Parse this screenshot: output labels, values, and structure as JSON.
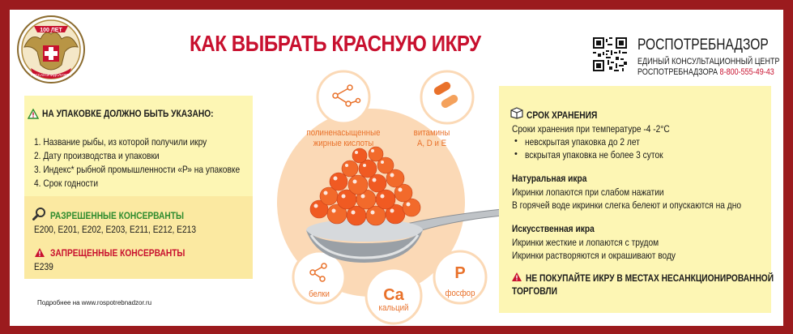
{
  "logo": {
    "anniversary": "100 ЛЕТ",
    "seal_text": "ГОССАНЭПИДСЛУЖБА"
  },
  "title": "КАК ВЫБРАТЬ КРАСНУЮ ИКРУ",
  "agency": {
    "name": "РОСПОТРЕБНАДЗОР",
    "line1": "ЕДИНЫЙ КОНСУЛЬТАЦИОННЫЙ ЦЕНТР",
    "line2": "РОСПОТРЕБНАДЗОРА",
    "phone": "8-800-555-49-43"
  },
  "packaging": {
    "heading": "НА УПАКОВКЕ ДОЛЖНО БЫТЬ УКАЗАНО:",
    "items": [
      "1. Название рыбы, из которой получили икру",
      "2. Дату производства и упаковки",
      "3. Индекс* рыбной промышленности «Р» на упаковке",
      "4. Срок годности"
    ]
  },
  "preservatives": {
    "permitted_heading": "РАЗРЕШЕННЫЕ КОНСЕРВАНТЫ",
    "permitted_values": "Е200, Е201, Е202, Е203, Е211, Е212, Е213",
    "forbidden_heading": "ЗАПРЕЩЕННЫЕ КОНСЕРВАНТЫ",
    "forbidden_values": "Е239"
  },
  "footnote": "Подробнее на www.rospotrebnadzor.ru",
  "nutrients": {
    "fatty_acids": [
      "полиненасыщенные",
      "жирные кислоты"
    ],
    "vitamins": [
      "витамины",
      "А, D и Е"
    ],
    "proteins": "белки",
    "calcium_symbol": "Ca",
    "calcium": "кальций",
    "phosphorus_symbol": "P",
    "phosphorus": "фосфор"
  },
  "storage": {
    "heading": "СРОК ХРАНЕНИЯ",
    "intro": "Сроки хранения при температуре -4 -2°С",
    "bullets": [
      "невскрытая упаковка до 2 лет",
      "вскрытая упаковка не более 3 суток"
    ]
  },
  "natural": {
    "heading": "Натуральная икра",
    "lines": [
      "Икринки лопаются при слабом нажатии",
      "В горячей воде икринки слегка белеют и опускаются на дно"
    ]
  },
  "artificial": {
    "heading": "Искусственная икра",
    "lines": [
      "Икринки жесткие и лопаются с трудом",
      "Икринки растворяются и окрашивают воду"
    ]
  },
  "warning": {
    "line1": "НЕ ПОКУПАЙТЕ ИКРУ В МЕСТАХ НЕСАНКЦИОНИРОВАННОЙ",
    "line2": "ТОРГОВЛИ"
  },
  "colors": {
    "frame": "#9b1b1e",
    "accent_red": "#c8102e",
    "orange": "#e9712a",
    "panel_yellow": "#fdf6b4",
    "circle_peach": "#fbd9b6",
    "green": "#2e8b2e"
  }
}
